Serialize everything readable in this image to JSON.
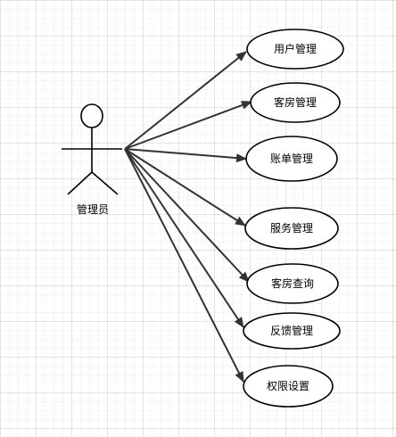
{
  "actor": {
    "label": "管理员",
    "icon": "stick-figure-icon"
  },
  "use_cases": [
    {
      "label": "用户管理"
    },
    {
      "label": "客房管理"
    },
    {
      "label": "账单管理"
    },
    {
      "label": "服务管理"
    },
    {
      "label": "客房查询"
    },
    {
      "label": "反馈管理"
    },
    {
      "label": "权限设置"
    }
  ],
  "colors": {
    "stroke": "#000000",
    "line": "#333333",
    "fill": "#ffffff",
    "grid": "#e6e6e6"
  }
}
